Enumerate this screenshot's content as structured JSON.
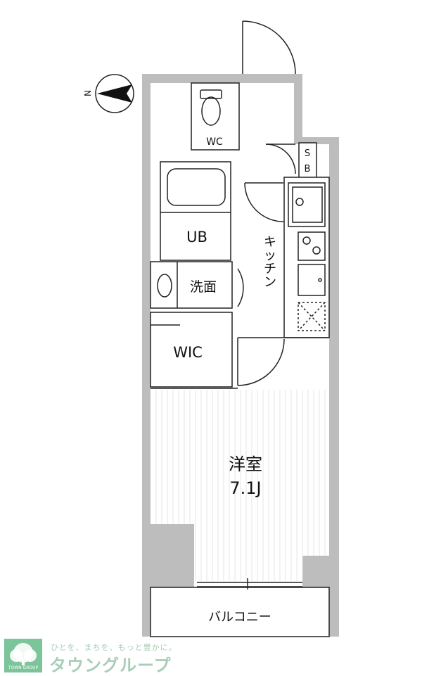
{
  "compass": {
    "letter": "N",
    "icon": "north-arrow-icon"
  },
  "rooms": {
    "wc": "WC",
    "sb": "SB",
    "ub": "UB",
    "washroom": "洗面",
    "kitchen": "キッチン",
    "wic": "WIC",
    "western_room": "洋室",
    "western_room_size": "7.1J",
    "balcony": "バルコニー"
  },
  "footer": {
    "tagline": "ひとを、まちを、もっと豊かに。",
    "brand": "タウングループ",
    "logo_text": "TOWN GROUP",
    "logo_icon": "tree-logo-icon"
  }
}
